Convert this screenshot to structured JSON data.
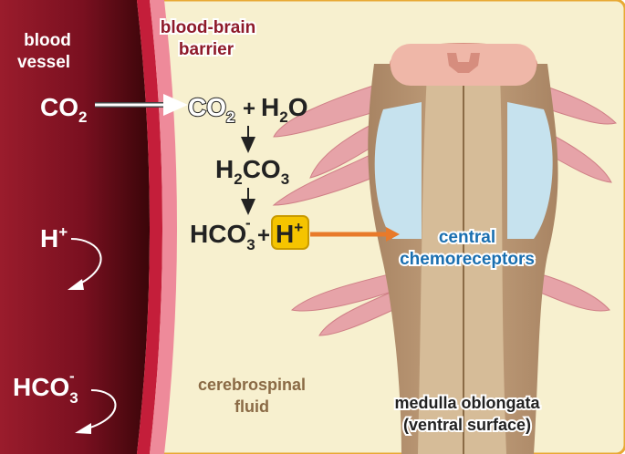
{
  "labels": {
    "blood_vessel_line1": "blood",
    "blood_vessel_line2": "vessel",
    "bbb_line1": "blood-brain",
    "bbb_line2": "barrier",
    "csf_line1": "cerebrospinal",
    "csf_line2": "fluid",
    "chemo_line1": "central",
    "chemo_line2": "chemoreceptors",
    "medulla_line1": "medulla oblongata",
    "medulla_line2": "(ventral surface)"
  },
  "chemistry": {
    "co2_blood": {
      "main": "CO",
      "sub": "2"
    },
    "co2_csf": {
      "main": "CO",
      "sub": "2"
    },
    "plus1": "+",
    "h2o": {
      "main1": "H",
      "sub": "2",
      "main2": "O"
    },
    "h2co3": {
      "main1": "H",
      "sub1": "2",
      "main2": "CO",
      "sub2": "3"
    },
    "hco3_csf": {
      "main": "HCO",
      "sub": "3",
      "sup": "-"
    },
    "plus2": "+",
    "h_csf": {
      "main": "H",
      "sup": "+"
    },
    "h_blood": {
      "main": "H",
      "sup": "+"
    },
    "hco3_blood": {
      "main": "HCO",
      "sub": "3",
      "sup": "-"
    }
  },
  "colors": {
    "blood_dark": "#4a0a10",
    "blood": "#8e1a2a",
    "barrier": "#c41e3a",
    "barrier_light": "#ee8a9a",
    "csf_bg": "#f7f0cf",
    "frame": "#e8a935",
    "medulla": "#b28f6c",
    "medulla_light": "#d6bc98",
    "medulla_top": "#efb7a8",
    "chemoreceptor": "#c6e2ee",
    "nerve": "#e6a3a8",
    "highlight_box": "#f5c400",
    "arrow_orange": "#e87a2a",
    "label_red": "#8e1a2a",
    "label_blue": "#1a6fb0",
    "label_brown": "#8a6a45"
  }
}
